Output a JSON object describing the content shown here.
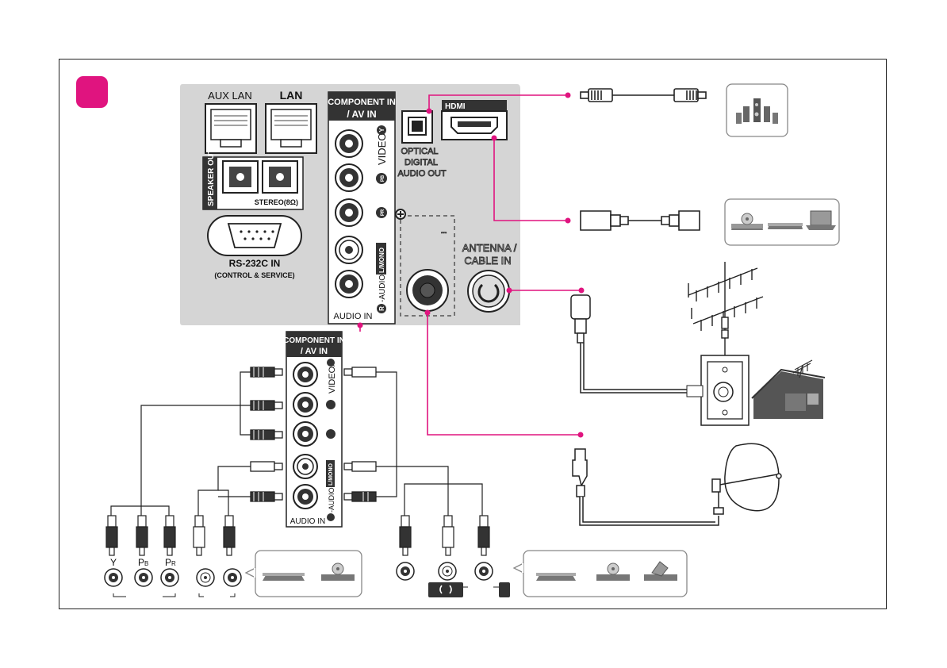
{
  "panel": {
    "aux_lan": "AUX LAN",
    "lan": "LAN",
    "speaker_out": "SPEAKER OUT",
    "stereo": "STEREO(8Ω)",
    "rs232_title": "RS-232C IN",
    "rs232_sub": "(CONTROL & SERVICE)",
    "component_line1": "COMPONENT IN",
    "component_line2": "/ AV IN",
    "video_y": "VIDEO/",
    "y_badge": "Y",
    "pb_badge": "PB",
    "pr_badge": "PR",
    "audio_in": "AUDIO IN",
    "audio_r": "R",
    "audio_mid": "-AUDIO-",
    "audio_lmono": "L/MONO",
    "optical_line1": "OPTICAL",
    "optical_line2": "DIGITAL",
    "optical_line3": "AUDIO OUT",
    "hdmi": "HDMI",
    "dc_symbol": "⎓",
    "antenna_line1": "ANTENNA /",
    "antenna_line2": "CABLE IN"
  },
  "connector_labels": {
    "y": "Y",
    "pb_main": "P",
    "pb_sub": "B",
    "pr_main": "P",
    "pr_sub": "R"
  },
  "colors": {
    "accent": "#e0147f",
    "panel_gray": "#d5d5d5",
    "jack_dark": "#333333",
    "device_border": "#888888"
  },
  "icons": [
    "speaker-system-icon",
    "dvd-player-icon",
    "set-top-box-icon",
    "laptop-icon",
    "antenna-icon",
    "house-icon",
    "satellite-dish-icon",
    "wall-outlet-icon"
  ]
}
